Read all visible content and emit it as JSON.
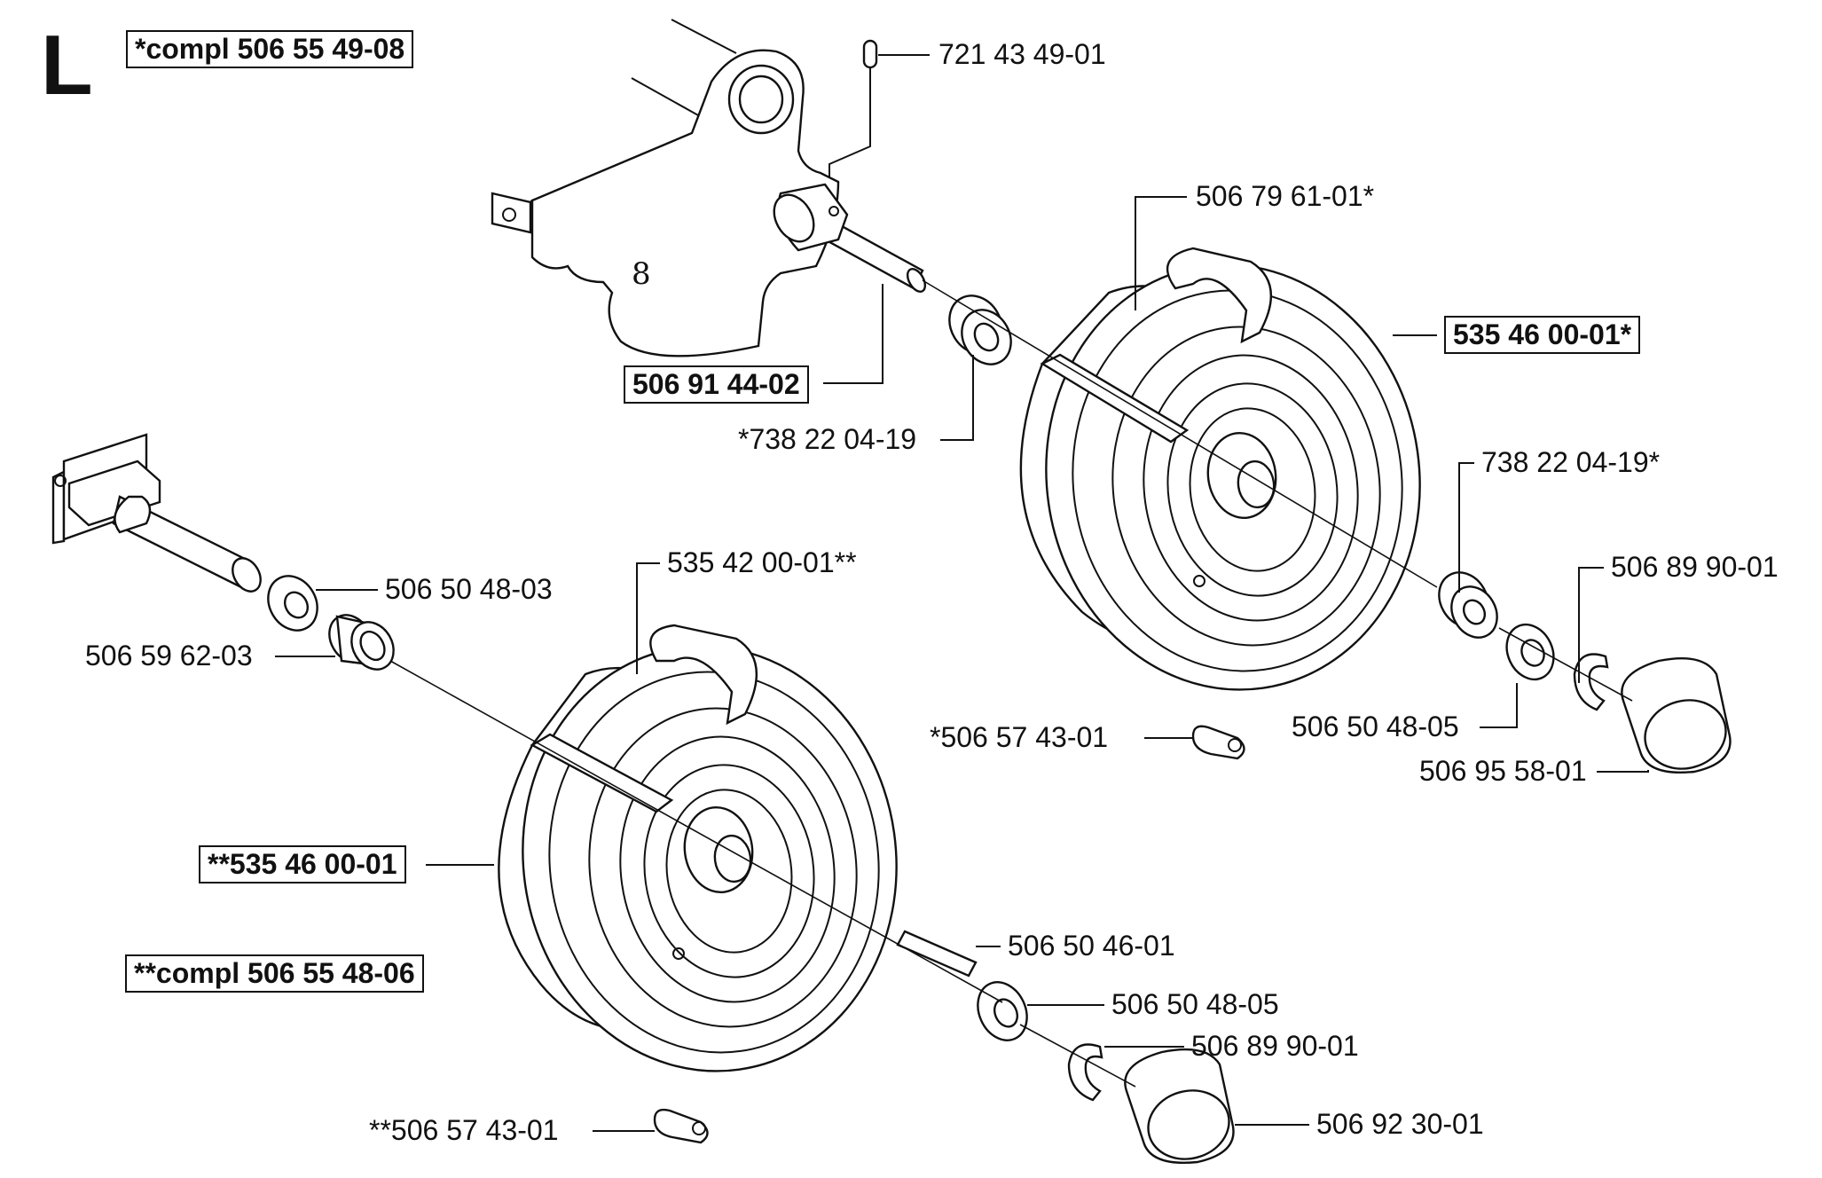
{
  "section_letter": "L",
  "callouts": {
    "compl_upper": "*compl 506 55 49-08",
    "pin": "721 43 49-01",
    "axle_upper": "506 91 44-02",
    "bearing_upper_left": "*738 22 04-19",
    "tire_upper": "506 79 61-01*",
    "wheel_upper": "535 46 00-01*",
    "bearing_upper_right": "738 22 04-19*",
    "circlip_upper": "506 89 90-01",
    "washer_upper": "506 50 48-05",
    "cap_upper": "506 95 58-01",
    "clip_upper": "*506 57 43-01",
    "washer_lower_left": "506 50 48-03",
    "spacer_lower": "506 59 62-03",
    "tire_lower": "535 42 00-01**",
    "wheel_lower": "**535 46 00-01",
    "compl_lower": "**compl 506 55 48-06",
    "key_lower": "506 50 46-01",
    "washer_lower_right": "506 50 48-05",
    "circlip_lower": "506 89 90-01",
    "cap_lower": "506 92 30-01",
    "clip_lower": "**506 57 43-01"
  }
}
